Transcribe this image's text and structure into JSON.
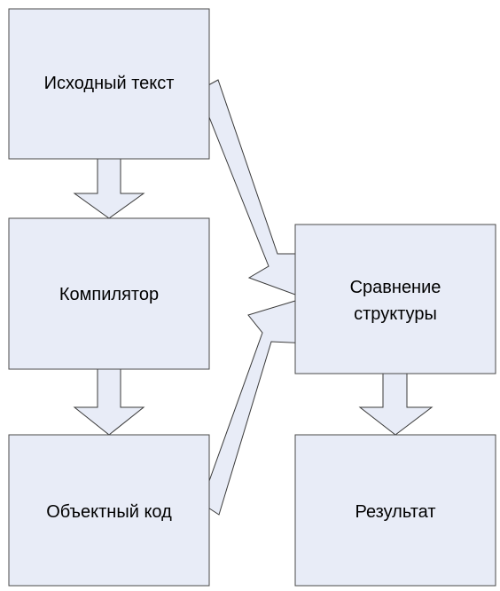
{
  "diagram": {
    "nodes": {
      "source": {
        "label": "Исходный текст"
      },
      "compiler": {
        "label": "Компилятор"
      },
      "object": {
        "label": "Объектный код"
      },
      "compare": {
        "label_line1": "Сравнение",
        "label_line2": "структуры"
      },
      "result": {
        "label": "Результат"
      }
    },
    "colors": {
      "fill": "#e8ecf7",
      "stroke": "#4a4a4a",
      "text": "#000000"
    }
  }
}
